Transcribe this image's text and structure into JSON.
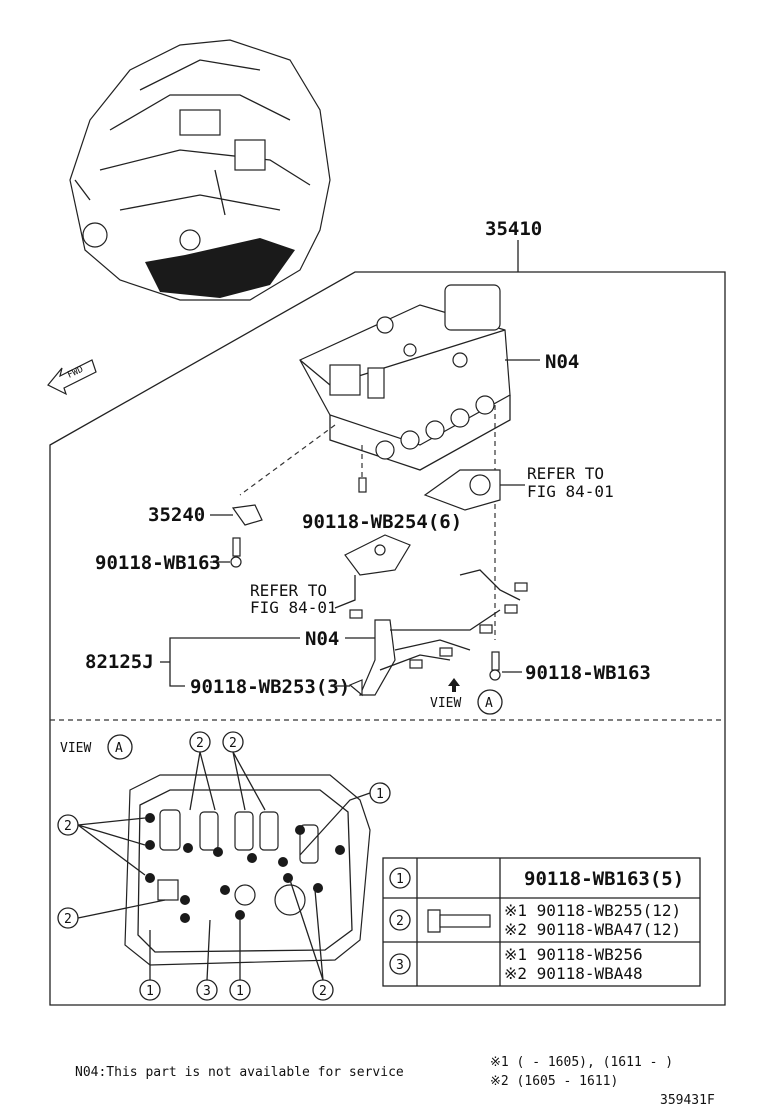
{
  "labels": {
    "assy": "35410",
    "n04_top": "N04",
    "refer1": "REFER TO",
    "refer1b": "FIG 84-01",
    "p35240": "35240",
    "bolt254": "90118-WB254(6)",
    "bolt163a": "90118-WB163",
    "refer2": "REFER TO",
    "refer2b": "FIG 84-01",
    "n04_mid": "N04",
    "p82125": "82125J",
    "bolt163b": "90118-WB163",
    "bolt253": "90118-WB253(3)",
    "view_a": "VIEW",
    "view_a2": "VIEW",
    "circle_a": "A",
    "fwd": "FWD"
  },
  "callouts": [
    "1",
    "2",
    "3"
  ],
  "table": {
    "rows": [
      {
        "num": "1",
        "line1": "90118-WB163(5)",
        "line2": ""
      },
      {
        "num": "2",
        "line1": "※1 90118-WB255(12)",
        "line2": "※2 90118-WBA47(12)"
      },
      {
        "num": "3",
        "line1": "※1 90118-WB256",
        "line2": "※2 90118-WBA48"
      }
    ]
  },
  "footer": {
    "note": "N04:This part is not available for service",
    "range1": "※1 (      - 1605), (1611 -      )",
    "range2": "※2 (1605 - 1611)",
    "code": "359431F"
  }
}
